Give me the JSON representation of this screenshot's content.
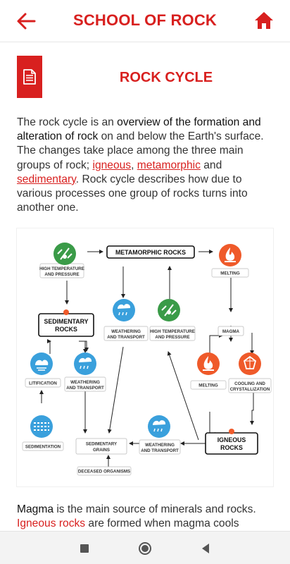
{
  "appbar": {
    "title": "SCHOOL OF ROCK",
    "back_icon": "arrow-left-icon",
    "home_icon": "home-icon",
    "accent": "#d8201f"
  },
  "section": {
    "title": "ROCK CYCLE",
    "badge_icon": "document-icon"
  },
  "intro": {
    "t1": "The rock cycle is an ",
    "t2": "overview of the formation and alteration of rock",
    "t3": " on and below the Earth's surface. The changes take place among the three main groups of rock; ",
    "link_igneous": "igneous",
    "t4": ", ",
    "link_metamorphic": "metamorphic",
    "t5": " and ",
    "link_sedimentary": "sedimentary",
    "t6": ". Rock cycle describes how due to various processes one group of rocks turns into another one."
  },
  "diagram": {
    "metamorphic": "METAMORPHIC ROCKS",
    "sedimentary_1": "SEDIMENTARY",
    "sedimentary_2": "ROCKS",
    "igneous_1": "IGNEOUS",
    "igneous_2": "ROCKS",
    "magma": "MAGMA",
    "htp_left_1": "HIGH TEMPERATURE",
    "htp_left_2": "AND PRESSURE",
    "htp_mid_1": "HIGH TEMPERATURE",
    "htp_mid_2": "AND PRESSURE",
    "melting_top": "MELTING",
    "melting_bottom": "MELTING",
    "cooling_1": "COOLING AND",
    "cooling_2": "CRYSTALLIZATION",
    "weathering_mid_1": "WEATHERING",
    "weathering_mid_2": "AND TRANSPORT",
    "weathering_left_1": "WEATHERING",
    "weathering_left_2": "AND TRANSPORT",
    "weathering_bottom_1": "WEATHERING",
    "weathering_bottom_2": "AND TRANSPORT",
    "lithification": "LITIFICATION",
    "sedimentation": "SEDIMENTATION",
    "grains_1": "SEDIMENTARY",
    "grains_2": "GRAINS",
    "organisms": "DECEASED ORGANISMS",
    "colors": {
      "green": "#3a9b48",
      "blue": "#3aa0dc",
      "orange": "#ef5a2a",
      "red": "#d8201f"
    }
  },
  "para2": {
    "t1": "Magma",
    "t2": " is the main source of minerals and rocks.",
    "t3": "Igneous rocks",
    "t4": " are formed when magma cools"
  },
  "navbar": {
    "recents_icon": "square-recents-icon",
    "home_icon": "circle-home-icon",
    "back_icon": "triangle-back-icon"
  }
}
